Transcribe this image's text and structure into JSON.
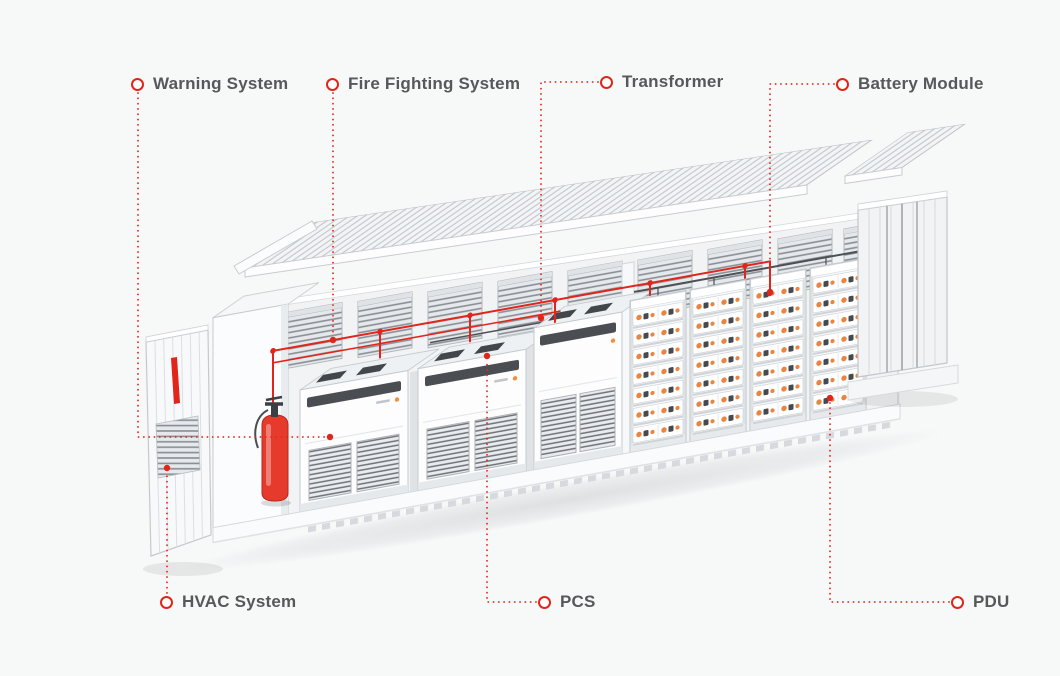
{
  "diagram": {
    "background": "#f7f8f8",
    "colors": {
      "accent": "#e1251b",
      "label_text": "#57585a",
      "battery_connector_orange": "#ea8440"
    },
    "labels": [
      {
        "id": "warning-system",
        "text": "Warning System"
      },
      {
        "id": "fire-fighting-system",
        "text": "Fire Fighting System"
      },
      {
        "id": "transformer",
        "text": "Transformer"
      },
      {
        "id": "battery-module",
        "text": "Battery Module"
      },
      {
        "id": "hvac-system",
        "text": "HVAC System"
      },
      {
        "id": "pcs",
        "text": "PCS"
      },
      {
        "id": "pdu",
        "text": "PDU"
      }
    ],
    "components": [
      "roof-panel",
      "roof-panel-right-section",
      "container-back-wall",
      "wall-vent-grilles",
      "left-end-wall",
      "hvac-door-panel",
      "right-door-panel",
      "floor-rail",
      "partition-panel",
      "pcs-cabinet-1",
      "pcs-cabinet-2",
      "transformer-cabinet",
      "battery-rack-1",
      "battery-rack-2",
      "battery-rack-3",
      "battery-rack-4",
      "fire-extinguisher",
      "fire-suppression-piping"
    ]
  }
}
